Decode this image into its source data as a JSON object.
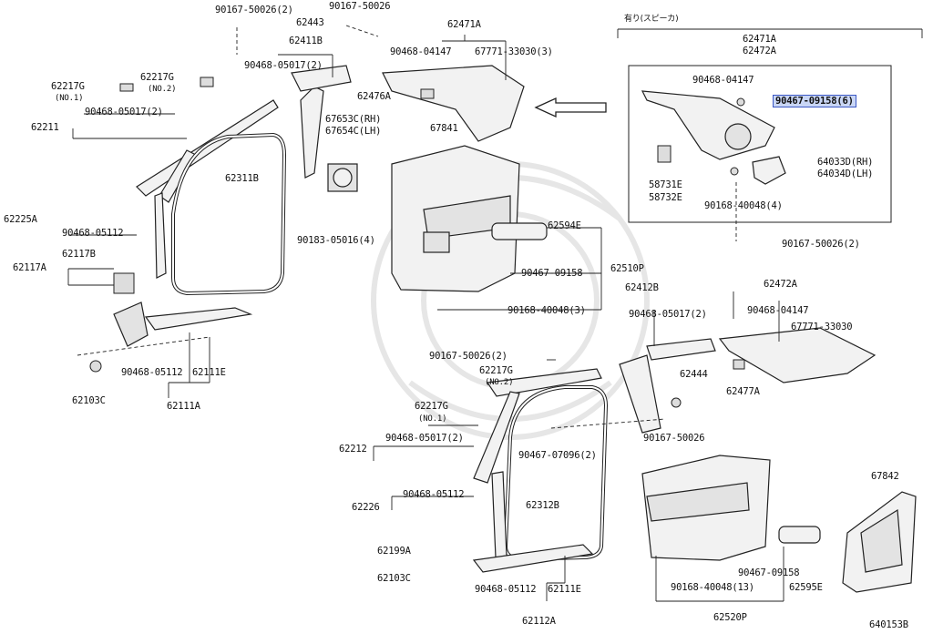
{
  "diagram_code": "640153B",
  "inset_header": "有り(スピーカ)",
  "labels": {
    "p90167_50026_2_top": "90167-50026(2)",
    "p90167_50026_top": "90167-50026",
    "p62443": "62443",
    "p62471A_top": "62471A",
    "p62411B": "62411B",
    "p90468_05017_2_a": "90468-05017(2)",
    "p90468_04147_a": "90468-04147",
    "p67771_33030_3": "67771-33030(3)",
    "p62217G_no1_a": "62217G",
    "p_no1_a": "(NO.1)",
    "p62217G_no2_a": "62217G",
    "p_no2_a": "(NO.2)",
    "p90468_05017_2_b": "90468-05017(2)",
    "p62211": "62211",
    "p62476A": "62476A",
    "p67653C": "67653C(RH)",
    "p67654C": "67654C(LH)",
    "p67841": "67841",
    "p62311B": "62311B",
    "p62225A": "62225A",
    "p90468_05112_a": "90468-05112",
    "p62117A": "62117A",
    "p62117B": "62117B",
    "p90183_05016_4": "90183-05016(4)",
    "p62594E": "62594E",
    "p90467_09158_a": "90467-09158",
    "p62510P": "62510P",
    "p90168_40048_3": "90168-40048(3)",
    "p90468_05112_b": "90468-05112",
    "p62111E": "62111E",
    "p62103C_a": "62103C",
    "p62111A": "62111A",
    "inset_62471A": "62471A",
    "inset_62472A": "62472A",
    "inset_90468_04147": "90468-04147",
    "inset_90467_09158_6": "90467-09158(6)",
    "inset_58731E": "58731E",
    "inset_58732E": "58732E",
    "inset_64033D": "64033D(RH)",
    "inset_64034D": "64034D(LH)",
    "inset_90168_40048_4": "90168-40048(4)",
    "inset_90167_50026_2": "90167-50026(2)",
    "p62412B": "62412B",
    "p90468_05017_2_c": "90468-05017(2)",
    "p62472A_r": "62472A",
    "p90468_04147_b": "90468-04147",
    "p67771_33030": "67771-33030",
    "p90167_50026_2_mid": "90167-50026(2)",
    "p62217G_no2_b": "62217G",
    "p_no2_b": "(NO.2)",
    "p62444": "62444",
    "p62477A": "62477A",
    "p62217G_no1_b": "62217G",
    "p_no1_b": "(NO.1)",
    "p90167_50026_mid": "90167-50026",
    "p62212": "62212",
    "p90468_05017_2_d": "90468-05017(2)",
    "p90467_07096_2": "90467-07096(2)",
    "p62226": "62226",
    "p90468_05112_c": "90468-05112",
    "p62312B": "62312B",
    "p62199A": "62199A",
    "p62103C_b": "62103C",
    "p90468_05112_d": "90468-05112",
    "p62111E_b": "62111E",
    "p62112A": "62112A",
    "p67842": "67842",
    "p90168_40048_13": "90168-40048(13)",
    "p90467_09158_b": "90467-09158",
    "p62595E": "62595E",
    "p62520P": "62520P"
  }
}
